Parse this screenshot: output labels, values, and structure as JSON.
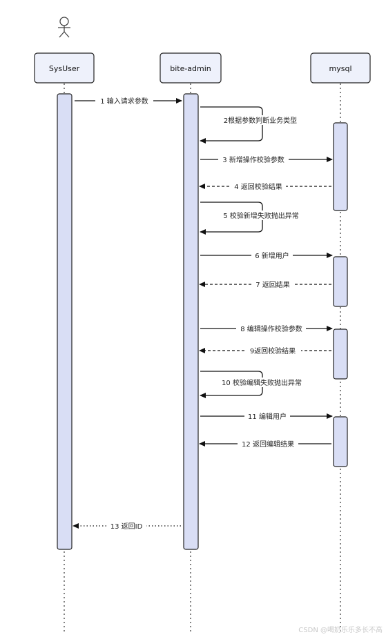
{
  "participants": [
    {
      "id": "sysuser",
      "label": "SysUser"
    },
    {
      "id": "bite-admin",
      "label": "bite-admin"
    },
    {
      "id": "mysql",
      "label": "mysql"
    }
  ],
  "messages": [
    {
      "label": "1 输入请求参数",
      "style": "solid"
    },
    {
      "label": "2根据参数判断业务类型",
      "style": "solid-self"
    },
    {
      "label": "3 新增操作校验参数",
      "style": "solid"
    },
    {
      "label": "4 返回校验结果",
      "style": "dashed"
    },
    {
      "label": "5 校验新增失败抛出异常",
      "style": "solid-self"
    },
    {
      "label": "6 新增用户",
      "style": "solid"
    },
    {
      "label": "7 返回结果",
      "style": "dashed"
    },
    {
      "label": "8 编辑操作校验参数",
      "style": "solid"
    },
    {
      "label": "9返回校验结果",
      "style": "dashed"
    },
    {
      "label": "10 校验编辑失败抛出异常",
      "style": "solid-self"
    },
    {
      "label": "11 编辑用户",
      "style": "solid"
    },
    {
      "label": "12 返回编辑结果",
      "style": "solid"
    },
    {
      "label": "13 返回ID",
      "style": "dotted"
    }
  ],
  "watermark": "CSDN @喝奶乐乐多长不高",
  "colors": {
    "activation_fill": "#d9def5",
    "header_fill": "#eef1fb",
    "stroke": "#222222"
  }
}
